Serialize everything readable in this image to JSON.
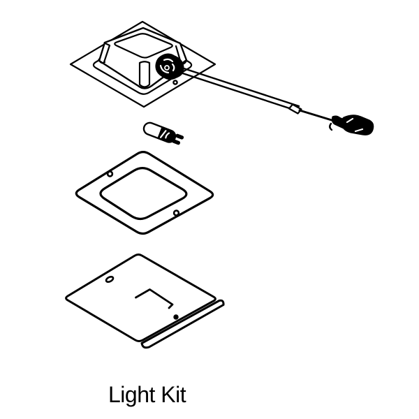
{
  "colors": {
    "ink": "#000000",
    "paper": "#ffffff"
  },
  "caption": {
    "label": "Light Kit"
  },
  "diagram": {
    "type": "exploded-parts-line-drawing",
    "parts": [
      {
        "id": "light-housing-assembly"
      },
      {
        "id": "wiring-harness-plug"
      },
      {
        "id": "wedge-base-bulb"
      },
      {
        "id": "square-trim-frame"
      },
      {
        "id": "lens-cover-panel"
      }
    ]
  }
}
